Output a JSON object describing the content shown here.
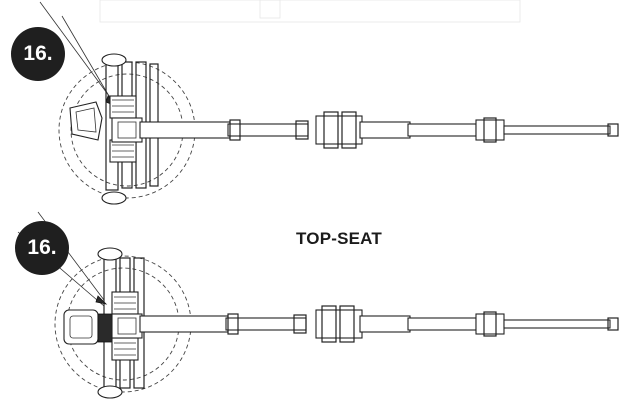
{
  "callouts": [
    {
      "id": "top",
      "label": "16."
    },
    {
      "id": "bottom",
      "label": "16."
    }
  ],
  "views": [
    {
      "id": "top-view",
      "label": ""
    },
    {
      "id": "bottom-view",
      "label": "TOP-SEAT"
    }
  ],
  "colors": {
    "line": "#222222",
    "badge": "#1f1f1f",
    "badge_text": "#ffffff"
  }
}
